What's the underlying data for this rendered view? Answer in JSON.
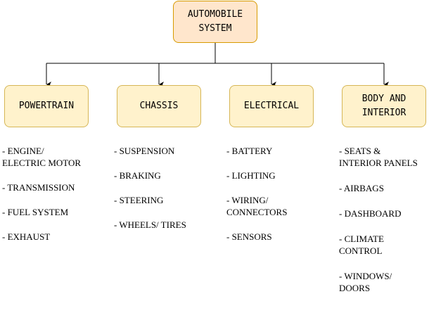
{
  "root": {
    "label": "AUTOMOBILE\nSYSTEM"
  },
  "categories": [
    {
      "label": "POWERTRAIN",
      "items": [
        "- ENGINE/\nELECTRIC MOTOR",
        "- TRANSMISSION",
        "- FUEL SYSTEM",
        "- EXHAUST"
      ]
    },
    {
      "label": "CHASSIS",
      "items": [
        "- SUSPENSION",
        "- BRAKING",
        "- STEERING",
        "- WHEELS/ TIRES"
      ]
    },
    {
      "label": "ELECTRICAL",
      "items": [
        "- BATTERY",
        "- LIGHTING",
        "- WIRING/\nCONNECTORS",
        "- SENSORS"
      ]
    },
    {
      "label": "BODY AND\nINTERIOR",
      "items": [
        "- SEATS &\nINTERIOR PANELS",
        "- AIRBAGS",
        "- DASHBOARD",
        "- CLIMATE\nCONTROL",
        "- WINDOWS/\nDOORS"
      ]
    }
  ],
  "colors": {
    "root_fill": "#ffe6cc",
    "root_stroke": "#d79b00",
    "category_fill": "#fff2cc",
    "category_stroke": "#d6b656",
    "connector": "#000000"
  }
}
